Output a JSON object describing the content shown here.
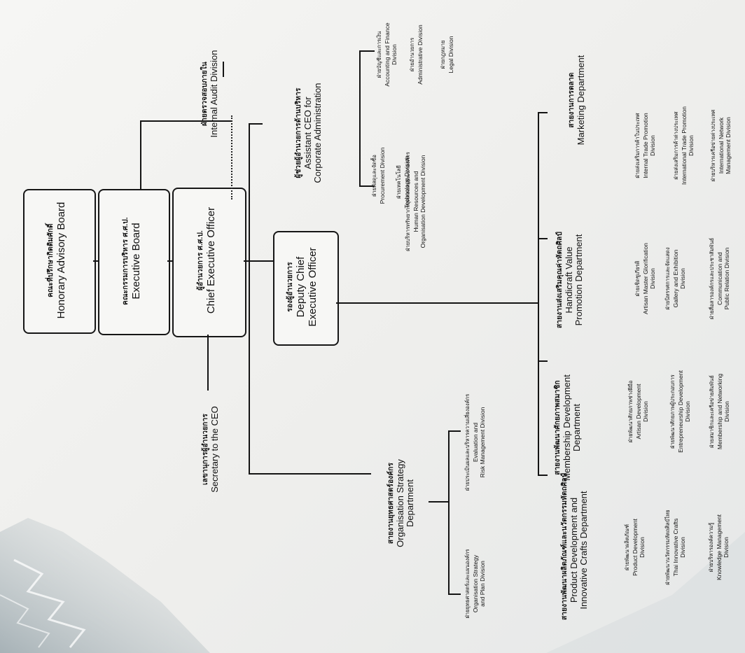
{
  "nodes": {
    "honorary": {
      "th": "คณะที่ปรึกษากิตติมศักดิ์",
      "en": "Honorary Advisory Board"
    },
    "executive_board": {
      "th": "คณะกรรมการบริหาร ศ.ศ.ป.",
      "en": "Executive Board"
    },
    "ceo": {
      "th": "ผู้อำนวยการ ศ.ศ.ป.",
      "en": "Chief Executive Officer"
    },
    "deputy": {
      "th": "รองผู้อำนวยการ",
      "en1": "Deputy Chief",
      "en2": "Executive Officer"
    },
    "internal_audit": {
      "th": "ฝ่ายตรวจสอบภายใน",
      "en": "Internal Audit Division"
    },
    "secretary": {
      "th": "เลขานุการผู้อำนวยการ",
      "en": "Secretary to the CEO"
    },
    "asst_ceo": {
      "th": "ผู้ช่วยผู้อำนวยการด้านบริหาร",
      "en1": "Assistant CEO for",
      "en2": "Corporate Administration"
    },
    "org_strategy": {
      "th": "สายงานยุทธศาสตร์องค์กร",
      "en1": "Organisation Strategy",
      "en2": "Department"
    },
    "product_dev": {
      "th": "สายงานพัฒนาผลิตภัณฑ์และนวัตกรรมหัตถศิลป์",
      "en1": "Product Development and",
      "en2": "Innovative Crafts Department"
    },
    "membership": {
      "th": "สายงานพัฒนาศักยภาพสมาชิก",
      "en1": "Membership Development",
      "en2": "Department"
    },
    "handicraft": {
      "th": "สายงานส่งเสริมคุณค่าหัตถศิลป์",
      "en1": "Handicraft Value",
      "en2": "Promotion Department"
    },
    "marketing": {
      "th": "สายงานการตลาด",
      "en": "Marketing Department"
    }
  },
  "divisions": {
    "admin": [
      {
        "th": "ฝ่ายพัสดุและจัดซื้อ",
        "en": [
          "Procurement Division"
        ]
      },
      {
        "th": "ฝ่ายเทคโนโลยี",
        "en": [
          "Technology Division"
        ]
      },
      {
        "th": "ฝ่ายบริหารทรัพยากรบุคคลและพัฒนาองค์กร",
        "en": [
          "Human Resources and",
          "Organisation Development Division"
        ]
      },
      {
        "th": "ฝ่ายบัญชีและการเงิน",
        "en": [
          "Accounting and Finance",
          "Division"
        ]
      },
      {
        "th": "ฝ่ายอำนวยการ",
        "en": [
          "Administrative Division"
        ]
      },
      {
        "th": "ฝ่ายกฎหมาย",
        "en": [
          "Legal Division"
        ]
      }
    ],
    "org_strategy": [
      {
        "th": "ฝ่ายยุทธศาสตร์และแผนองค์กร",
        "en": [
          "Organisation Strategy",
          "and Plan Division"
        ]
      },
      {
        "th": "ฝ่ายประเมินผลและบริหารความเสี่ยงองค์กร",
        "en": [
          "Evaluation and",
          "Risk Management Division"
        ]
      }
    ],
    "product_dev": [
      {
        "th": "ฝ่ายพัฒนาผลิตภัณฑ์",
        "en": [
          "Product Development",
          "Division"
        ]
      },
      {
        "th": "ฝ่ายพัฒนานวัตกรรมหัตถศิลป์ไทย",
        "en": [
          "Thai Innovative Crafts",
          "Division"
        ]
      },
      {
        "th": "ฝ่ายบริหารองค์ความรู้",
        "en": [
          "Knowledge Management",
          "Division"
        ]
      }
    ],
    "membership": [
      {
        "th": "ฝ่ายพัฒนาศักยภาพช่างฝีมือ",
        "en": [
          "Artisan Development",
          "Division"
        ]
      },
      {
        "th": "ฝ่ายพัฒนาศักยภาพผู้ประกอบการ",
        "en": [
          "Entrepreneurship Development",
          "Division"
        ]
      },
      {
        "th": "ฝ่ายสมาชิกและเครือข่ายสัมพันธ์",
        "en": [
          "Membership and Networking",
          "Division"
        ]
      }
    ],
    "handicraft": [
      {
        "th": "ฝ่ายเชิดชูเกียรติ",
        "en": [
          "Artisan Master Glorification",
          "Division"
        ]
      },
      {
        "th": "ฝ่ายนิทรรศการและจัดแสดง",
        "en": [
          "Gallery and Exhibition",
          "Division"
        ]
      },
      {
        "th": "ฝ่ายสื่อสารองค์กรและประชาสัมพันธ์",
        "en": [
          "Communication and",
          "Public Relation Division"
        ]
      }
    ],
    "marketing": [
      {
        "th": "ฝ่ายส่งเสริมการค้าในประเทศ",
        "en": [
          "Internal Trade Promotion",
          "Division"
        ]
      },
      {
        "th": "ฝ่ายส่งเสริมการค้าต่างประเทศ",
        "en": [
          "International Trade Promotion",
          "Division"
        ]
      },
      {
        "th": "ฝ่ายบริหารเครือข่ายต่างประเทศ",
        "en": [
          "International Network",
          "Management Division"
        ]
      }
    ]
  }
}
